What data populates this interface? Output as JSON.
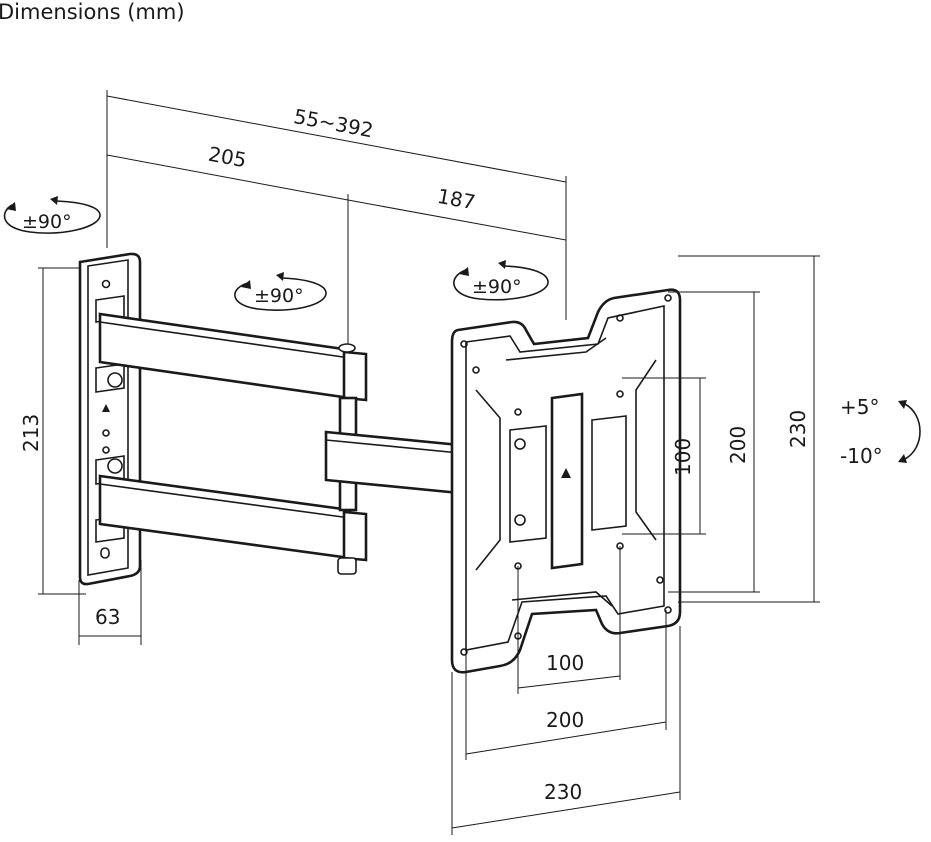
{
  "title": "Dimensions (mm)",
  "dimensions": {
    "arm_extension": "55~392",
    "arm_first_segment": "205",
    "arm_second_segment": "187",
    "wall_plate_height": "213",
    "wall_plate_width": "63",
    "vesa_inner_vertical": "100",
    "vesa_mid_vertical": "200",
    "vesa_outer_vertical": "230",
    "vesa_inner_horizontal": "100",
    "vesa_mid_horizontal": "200",
    "vesa_outer_horizontal": "230"
  },
  "rotations": {
    "wall_swivel": "±90°",
    "arm_swivel": "±90°",
    "head_swivel": "±90°",
    "tilt_up": "+5°",
    "tilt_down": "-10°"
  },
  "colors": {
    "line": "#1a1a1a",
    "background": "#ffffff"
  }
}
